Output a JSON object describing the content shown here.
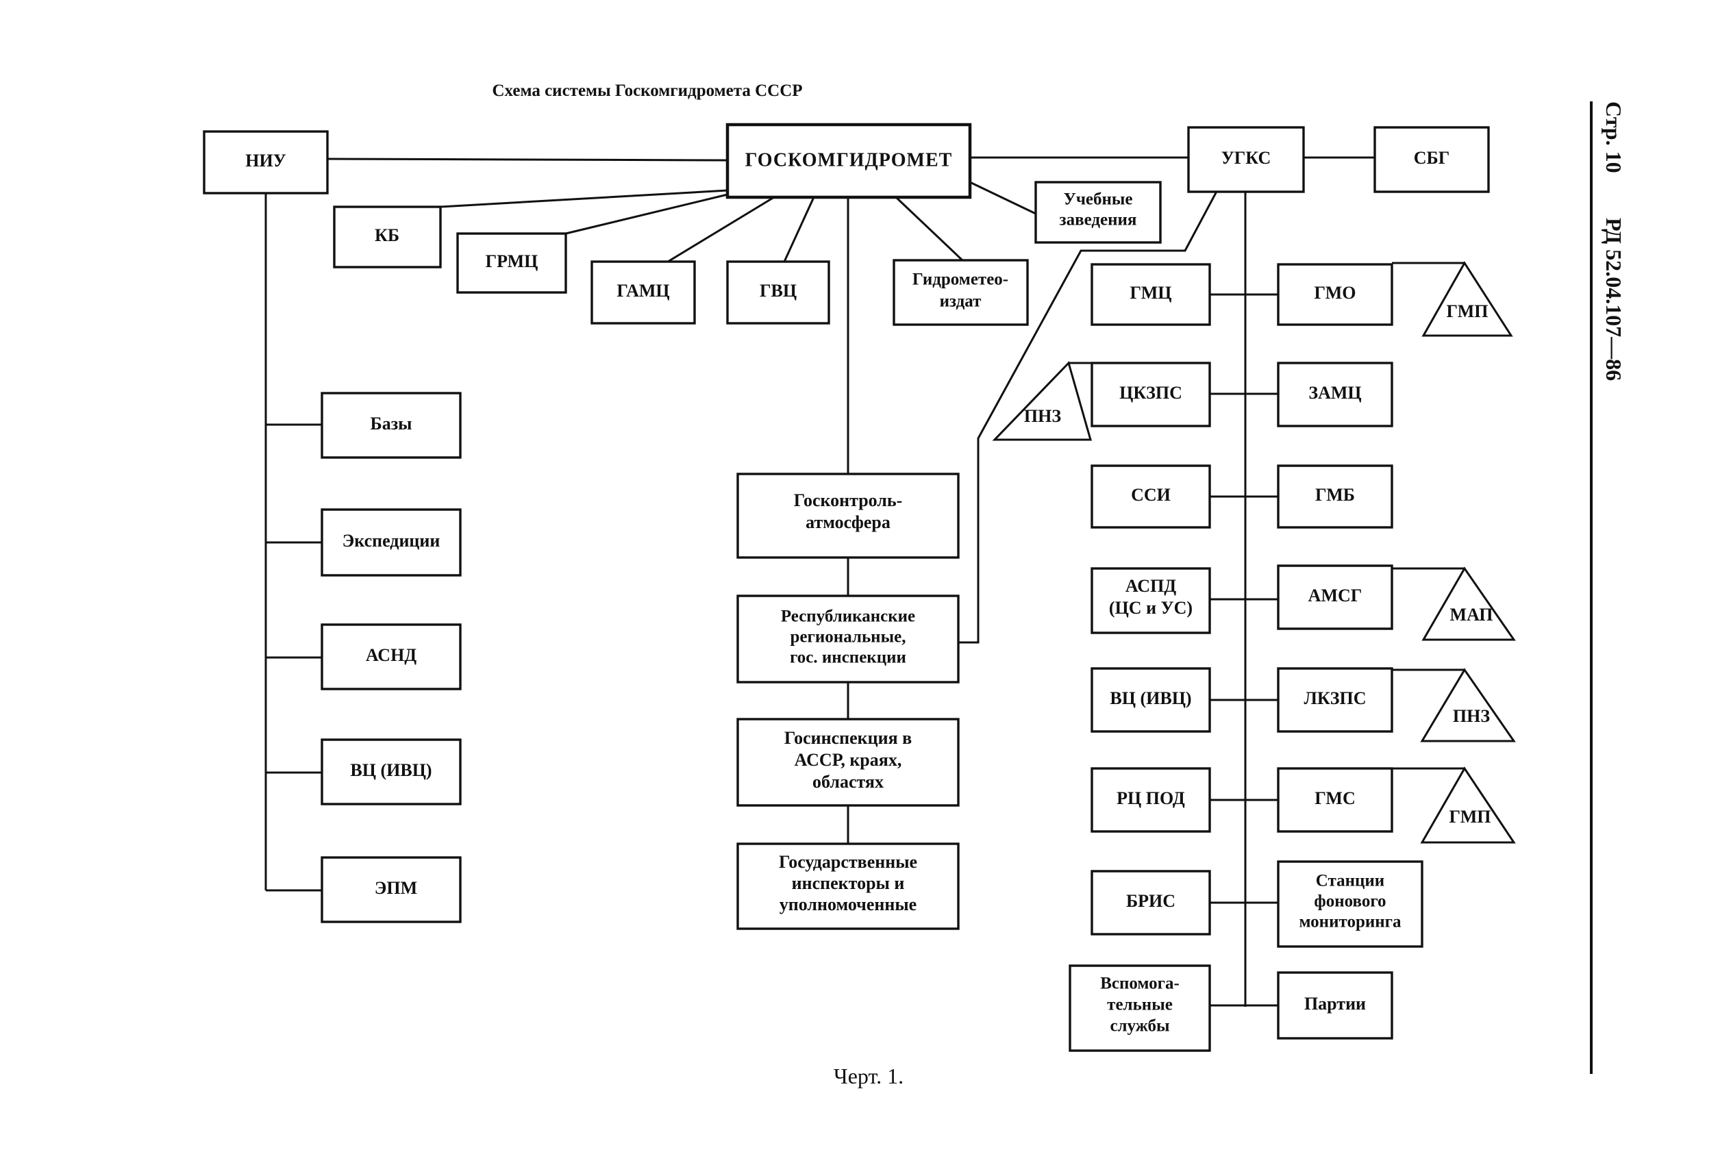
{
  "title": "Схема системы Госкомгидромета СССР",
  "caption": "Черт. 1.",
  "side_header": {
    "page": "Стр. 10",
    "doc": "РД 52.04.107—86"
  },
  "nodes": {
    "center": "ГОСКОМГИДРОМЕТ",
    "niu": "НИУ",
    "ugks": "УГКС",
    "sbg": "СБГ",
    "kb": "КБ",
    "grmc": "ГРМЦ",
    "gamc": "ГАМЦ",
    "gvc": "ГВЦ",
    "gidrometeoizdat": [
      "Гидрометео-",
      "издат"
    ],
    "uchebnye": [
      "Учебные",
      "заведения"
    ],
    "bazy": "Базы",
    "ekspedicii": "Экспедиции",
    "asnd": "АСНД",
    "vc_ivc_left": "ВЦ (ИВЦ)",
    "epm": "ЭПМ",
    "goskontrol": [
      "Госконтроль-",
      "атмосфера"
    ],
    "respublikanskie": [
      "Республиканские",
      "региональные,",
      "гос. инспекции"
    ],
    "gosinspekciya": [
      "Госинспекция в",
      "АССР, краях,",
      "областях"
    ],
    "gosudarstvennye": [
      "Государственные",
      "инспекторы и",
      "уполномоченные"
    ],
    "gmc": "ГМЦ",
    "ckzps": "ЦКЗПС",
    "ssi": "ССИ",
    "aspd": [
      "АСПД",
      "(ЦС и УС)"
    ],
    "vc_ivc_right": "ВЦ (ИВЦ)",
    "rc_pod": "РЦ ПОД",
    "bris": "БРИС",
    "vspomog": [
      "Вспомога-",
      "тельные",
      "службы"
    ],
    "gmo": "ГМО",
    "zamc": "ЗАМЦ",
    "gmb": "ГМБ",
    "amsg": "АМСГ",
    "lkzps": "ЛКЗПС",
    "gms": "ГМС",
    "stancii": [
      "Станции",
      "фонового",
      "мониторинга"
    ],
    "partii": "Партии",
    "tri_gmp1": "ГМП",
    "tri_pnz_left": "ПНЗ",
    "tri_map": "МАП",
    "tri_pnz_right": "ПНЗ",
    "tri_gmp2": "ГМП"
  }
}
